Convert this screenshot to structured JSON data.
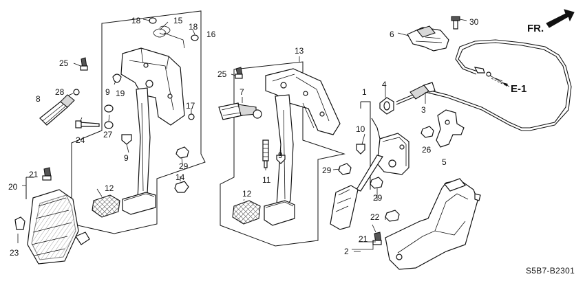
{
  "diagram_code": "S5B7-B2301",
  "direction_label": "FR.",
  "reference_label": "E-1",
  "callouts": {
    "c1": "1",
    "c2": "2",
    "c3": "3",
    "c4": "4",
    "c5": "5",
    "c6": "6",
    "c7": "7",
    "c8": "8",
    "c9a": "9",
    "c9b": "9",
    "c9c": "9",
    "c10": "10",
    "c11": "11",
    "c12a": "12",
    "c12b": "12",
    "c13": "13",
    "c14": "14",
    "c15": "15",
    "c16": "16",
    "c17": "17",
    "c18a": "18",
    "c18b": "18",
    "c19": "19",
    "c20": "20",
    "c21a": "21",
    "c21b": "21",
    "c22": "22",
    "c23": "23",
    "c24": "24",
    "c25a": "25",
    "c25b": "25",
    "c26": "26",
    "c27": "27",
    "c28": "28",
    "c29a": "29",
    "c29b": "29",
    "c29c": "29",
    "c30": "30"
  }
}
